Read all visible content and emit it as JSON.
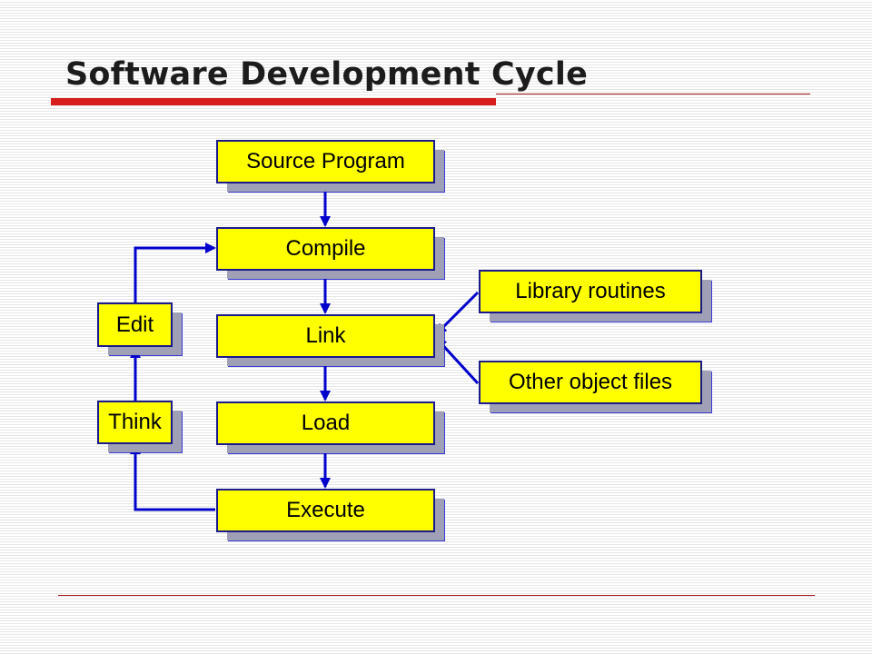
{
  "slide": {
    "title": "Software Development Cycle"
  },
  "nodes": {
    "source_program": "Source Program",
    "compile": "Compile",
    "link": "Link",
    "load": "Load",
    "execute": "Execute",
    "edit": "Edit",
    "think": "Think",
    "library_routines": "Library routines",
    "other_object_files": "Other object files"
  },
  "colors": {
    "box_fill": "#ffff00",
    "box_border": "#1a1a8a",
    "shadow": "#9fa0b6",
    "arrow": "#0000cc",
    "title_bar": "#d81d1d",
    "rule": "#a51818"
  }
}
